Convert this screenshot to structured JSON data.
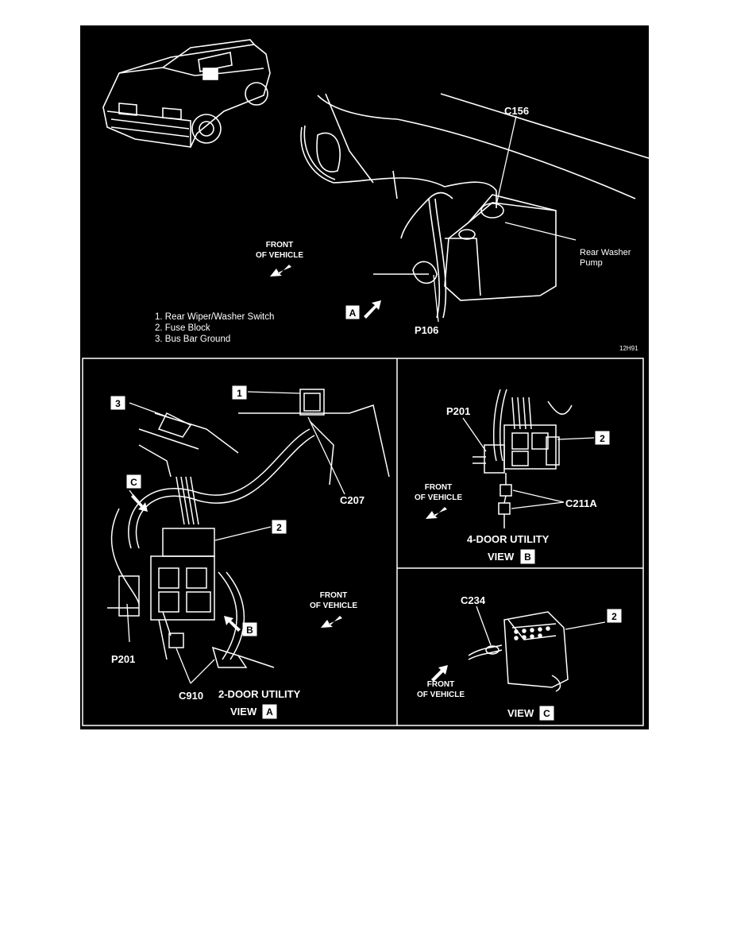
{
  "top": {
    "labels": {
      "c156": "C156",
      "rear_washer_pump_line1": "Rear Washer",
      "rear_washer_pump_line2": "Pump",
      "front_line1": "FRONT",
      "front_line2": "OF VEHICLE",
      "p106": "P106",
      "view_a_box": "A",
      "figure_code": "12H91"
    },
    "legend": [
      "1.  Rear Wiper/Washer Switch",
      "2.  Fuse Block",
      "3.  Bus Bar Ground"
    ]
  },
  "view_a": {
    "labels": {
      "box1": "1",
      "box2": "2",
      "box3": "3",
      "boxC": "C",
      "boxB": "B",
      "c207": "C207",
      "p201": "P201",
      "c910": "C910",
      "front_line1": "FRONT",
      "front_line2": "OF VEHICLE",
      "title": "2-DOOR UTILITY",
      "view_word": "VIEW",
      "view_box": "A"
    }
  },
  "view_b": {
    "labels": {
      "p201": "P201",
      "box2": "2",
      "front_line1": "FRONT",
      "front_line2": "OF VEHICLE",
      "c211a": "C211A",
      "title": "4-DOOR UTILITY",
      "view_word": "VIEW",
      "view_box": "B"
    }
  },
  "view_c": {
    "labels": {
      "c234": "C234",
      "box2": "2",
      "front_line1": "FRONT",
      "front_line2": "OF VEHICLE",
      "view_word": "VIEW",
      "view_box": "C"
    }
  },
  "colors": {
    "background": "#000000",
    "ink": "#ffffff",
    "page": "#ffffff"
  }
}
